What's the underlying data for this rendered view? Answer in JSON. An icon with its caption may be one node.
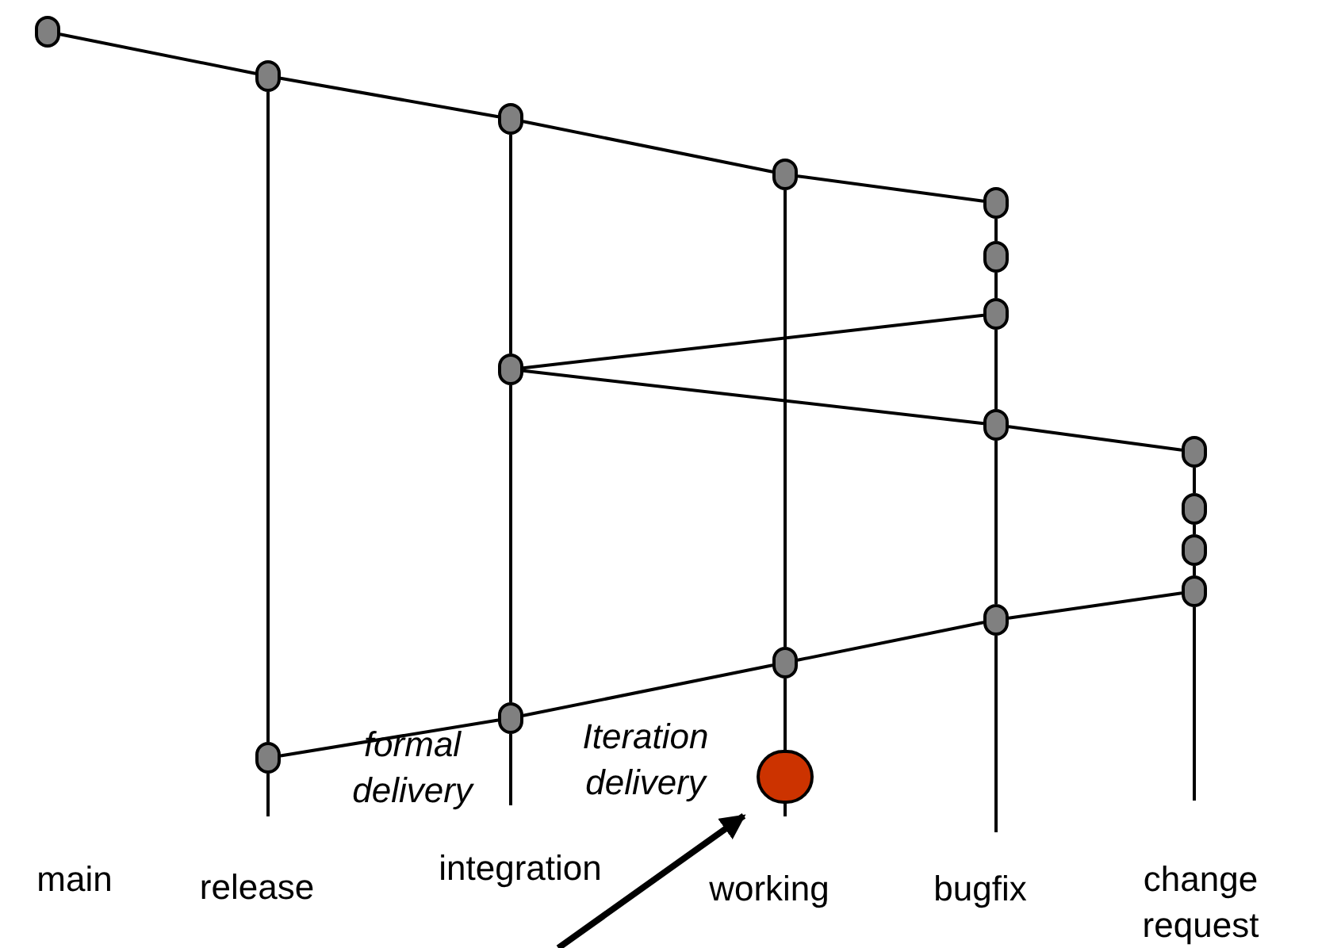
{
  "diagram": {
    "nodes": [
      {
        "text": [],
        "shape": "circle"
      },
      {
        "text": [],
        "shape": "circle"
      },
      {
        "text": [],
        "shape": "circle"
      },
      {
        "text": [],
        "shape": "circle"
      },
      {
        "text": [],
        "shape": "circle"
      },
      {
        "text": [],
        "shape": "circle"
      },
      {
        "text": [],
        "shape": "circle"
      },
      {
        "text": [],
        "shape": "circle"
      },
      {
        "text": [],
        "shape": "circle"
      },
      {
        "text": [],
        "shape": "circle"
      },
      {
        "text": [],
        "shape": "circle"
      },
      {
        "text": [],
        "shape": "circle"
      },
      {
        "text": [],
        "shape": "circle"
      },
      {
        "text": [],
        "shape": "circle"
      },
      {
        "text": [],
        "shape": "circle"
      },
      {
        "text": [],
        "shape": "circle"
      },
      {
        "text": [],
        "shape": "circle"
      },
      {
        "text": [],
        "shape": "circle"
      }
    ],
    "edges": [
      {
        "from": 0,
        "to": 1,
        "arrow": "none"
      },
      {
        "from": 1,
        "to": 2,
        "arrow": "none"
      },
      {
        "from": 2,
        "to": 3,
        "arrow": "none"
      },
      {
        "from": 3,
        "to": 4,
        "arrow": "none"
      },
      {
        "from": 6,
        "to": 7,
        "arrow": "none"
      },
      {
        "from": 7,
        "to": 8,
        "arrow": "none"
      },
      {
        "from": 8,
        "to": 9,
        "arrow": "none"
      },
      {
        "from": 12,
        "to": 13,
        "arrow": "none"
      },
      {
        "from": 13,
        "to": 14,
        "arrow": "none"
      },
      {
        "from": 14,
        "to": 15,
        "arrow": "none"
      },
      {
        "from": 15,
        "to": 16,
        "arrow": "none"
      },
      {
        "from": 1,
        "to": 16,
        "arrow": "none"
      },
      {
        "from": 2,
        "to": 7,
        "arrow": "none"
      },
      {
        "from": 7,
        "to": 15,
        "arrow": "none"
      },
      {
        "from": 3,
        "to": 14,
        "arrow": "none"
      },
      {
        "from": 14,
        "to": 17,
        "arrow": "none"
      },
      {
        "from": 4,
        "to": 5,
        "arrow": "none"
      },
      {
        "from": 5,
        "to": 6,
        "arrow": "none"
      },
      {
        "from": 6,
        "to": 8,
        "arrow": "none"
      },
      {
        "from": 8,
        "to": 13,
        "arrow": "none"
      },
      {
        "from": 9,
        "to": 10,
        "arrow": "none"
      },
      {
        "from": 10,
        "to": 11,
        "arrow": "none"
      },
      {
        "from": 11,
        "to": 12,
        "arrow": "none"
      },
      {
        "from": null,
        "to": 17,
        "arrow": "to",
        "style": "thick"
      }
    ],
    "labels": [
      "formal delivery",
      "Iteration delivery",
      "main",
      "release",
      "integration",
      "working",
      "bugfix",
      "change request"
    ]
  }
}
